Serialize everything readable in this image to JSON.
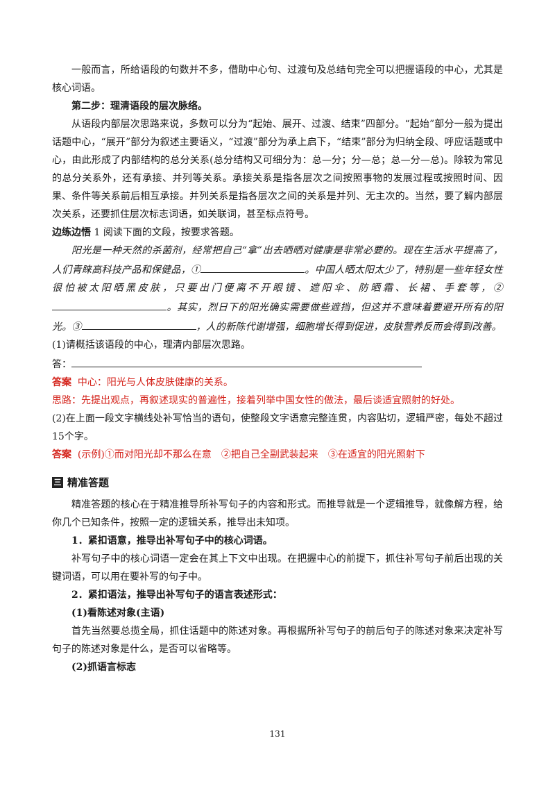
{
  "p1": "一般而言，所给语段的句数并不多，借助中心句、过渡句及总结句完全可以把握语段的中心，尤其是核心词语。",
  "step2_title": "第二步：理清语段的层次脉络。",
  "p2": "从语段内部层次思路来说，多数可以分为“起始、展开、过渡、结束”四部分。“起始”部分一般为提出话题中心，“展开”部分为叙述主要语义，“过渡”部分为承上启下，“结束”部分为归纳全段、呼应话题或中心，由此形成了内部结构的总分关系(总分结构又可细分为：总—分；分—总；总—分—总)。除较为常见的总分关系外，还有承接、并列等关系。承接关系是指各层次之间按照事物的发展过程或按照时间、因果、条件等关系前后相互承接。并列关系是指各层次之间的关系是并列、无主次的。当然，要了解内部层次关系，还要抓住层次标志词语，如关联词，甚至标点符号。",
  "exercise_label": "边练边悟",
  "exercise_num": "1",
  "exercise_instr": "阅读下面的文段，按要求答题。",
  "passage_a": "阳光是一种天然的杀菌剂，经常把自己“拿”出去晒晒对健康是非常必要的。现在生活水平提高了，人们青睐高科技产品和保健品，①",
  "passage_b": "。中国人晒太阳太少了，特别是一些年轻女性很怕被太阳晒黑皮肤，只要出门便离不开眼镜、遮阳伞、防晒霜、长裙、手套等，②",
  "passage_c": "。其实，烈日下的阳光确实需要做些遮挡，但这并不意味着要避开所有的阳光。③",
  "passage_d": "，人的新陈代谢增强，细胞增长得到促进，皮肤营养反而会得到改善。",
  "q1": "(1)请概括该语段的中心，理清内部层次思路。",
  "answer_prefix": "答：",
  "ans1_label": "答案",
  "ans1_text": "中心：阳光与人体皮肤健康的关系。",
  "ans1_thought": "思路：先提出观点，再叙述现实的普遍性，接着列举中国女性的做法，最后谈适宜照射的好处。",
  "q2": "(2)在上面一段文字横线处补写恰当的语句，使整段文字语意完整连贯，内容贴切，逻辑严密，每处不超过15个字。",
  "ans2_label": "答案",
  "ans2_text": "(示例)①而对阳光却不那么在意　②把自己全副武装起来　③在适宜的阳光照射下",
  "section3_num": "三",
  "section3_title": "精准答题",
  "p3": "精准答题的核心在于精准推导所补写句子的内容和形式。而推导就是一个逻辑推导，就像解方程，给你几个已知条件，按照一定的逻辑关系，推导出未知项。",
  "item1": "1．紧扣语意，推导出补写句子中的核心词语。",
  "p4": "补写句子中的核心词语一定会在其上下文中出现。在把握中心的前提下，抓住补写句子前后出现的关键词语，可以用在要补写的句子中。",
  "item2": "2．紧扣语法，推导出补写句子的语言表述形式：",
  "sub1": "(1)看陈述对象(主语)",
  "p5": "首先当然要总揽全局，抓住话题中的陈述对象。再根据所补写句子的前后句子的陈述对象来决定补写句子的陈述对象是什么，是否可以省略等。",
  "sub2": "(2)抓语言标志",
  "page_number": "131"
}
